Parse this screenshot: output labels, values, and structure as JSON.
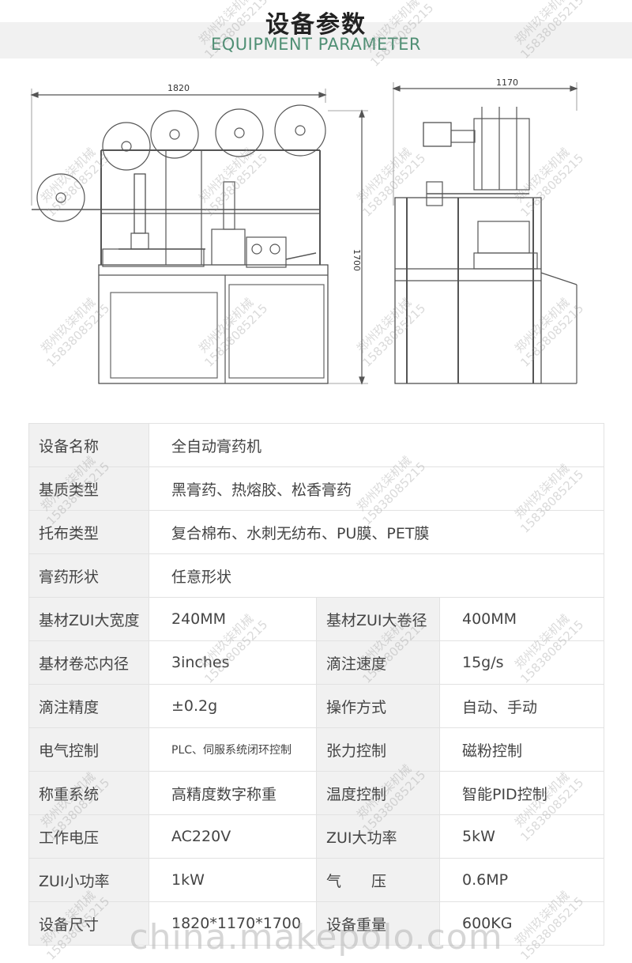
{
  "header": {
    "title_cn": "设备参数",
    "title_en": "EQUIPMENT PARAMETER"
  },
  "drawing": {
    "front_width": "1820",
    "height": "1700",
    "side_width": "1170"
  },
  "spec_rows": [
    {
      "l1": "设备名称",
      "v1": "全自动膏药机"
    },
    {
      "l1": "基质类型",
      "v1": "黑膏药、热熔胶、松香膏药"
    },
    {
      "l1": "托布类型",
      "v1": "复合棉布、水刺无纺布、PU膜、PET膜"
    },
    {
      "l1": "膏药形状",
      "v1": "任意形状"
    },
    {
      "l1": "基材ZUI大宽度",
      "v1": "240MM",
      "l2": "基材ZUI大卷径",
      "v2": "400MM"
    },
    {
      "l1": "基材卷芯内径",
      "v1": "3inches",
      "l2": "滴注速度",
      "v2": "15g/s"
    },
    {
      "l1": "滴注精度",
      "v1": "±0.2g",
      "l2": "操作方式",
      "v2": "自动、手动"
    },
    {
      "l1": "电气控制",
      "v1": "PLC、伺服系统闭环控制",
      "l2": "张力控制",
      "v2": "磁粉控制"
    },
    {
      "l1": "称重系统",
      "v1": "高精度数字称重",
      "l2": "温度控制",
      "v2": "智能PID控制"
    },
    {
      "l1": "工作电压",
      "v1": "AC220V",
      "l2": "ZUI大功率",
      "v2": "5kW"
    },
    {
      "l1": "ZUI小功率",
      "v1": "1kW",
      "l2": "气　　压",
      "v2": "0.6MP"
    },
    {
      "l1": "设备尺寸",
      "v1": "1820*1170*1700",
      "l2": "设备重量",
      "v2": "600KG"
    }
  ],
  "watermark": {
    "line1": "郑州玖柒机械",
    "line2": "15838085215"
  },
  "footer": {
    "mark": "china.makepolo.com"
  }
}
